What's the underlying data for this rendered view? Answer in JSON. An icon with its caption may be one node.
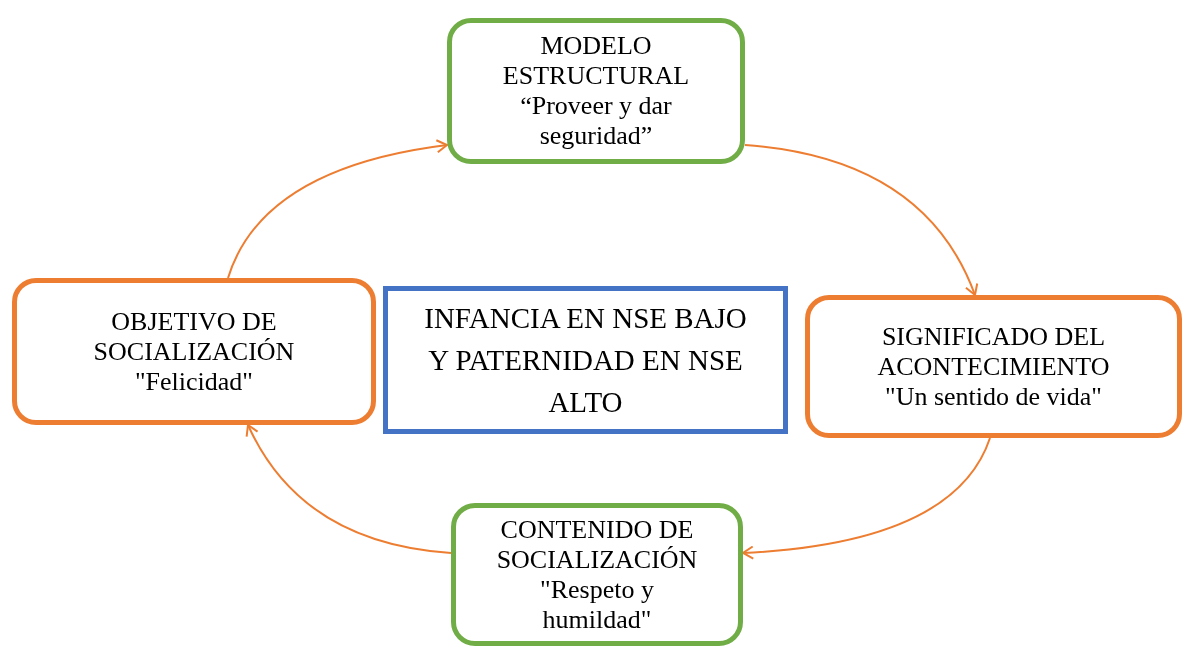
{
  "diagram": {
    "nodes": [
      {
        "text": [
          "MODELO ESTRUCTURAL",
          "“Proveer y dar seguridad”"
        ]
      },
      {
        "text": [
          "OBJETIVO DE SOCIALIZACIÓN",
          "\"Felicidad\""
        ]
      },
      {
        "text": [
          "INFANCIA EN NSE BAJO Y PATERNIDAD EN NSE ALTO"
        ]
      },
      {
        "text": [
          "SIGNIFICADO DEL ACONTECIMIENTO",
          "\"Un sentido de vida\""
        ]
      },
      {
        "text": [
          "CONTENIDO DE SOCIALIZACIÓN",
          "\"Respeto y humildad\""
        ]
      }
    ],
    "edges": [
      {
        "from": 1,
        "to": 0,
        "arrow": "to"
      },
      {
        "from": 0,
        "to": 3,
        "arrow": "to"
      },
      {
        "from": 3,
        "to": 4,
        "arrow": "to"
      },
      {
        "from": 4,
        "to": 1,
        "arrow": "to"
      }
    ]
  }
}
